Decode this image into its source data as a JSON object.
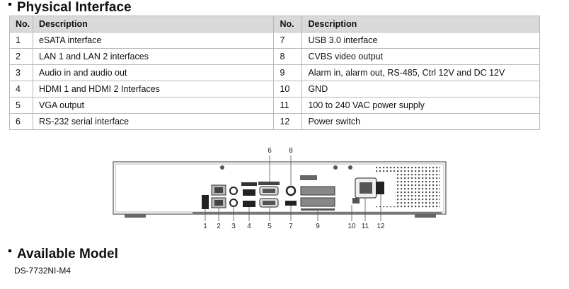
{
  "titles": {
    "physical": "Physical Interface",
    "available": "Available Model"
  },
  "table": {
    "headers": [
      "No.",
      "Description",
      "No.",
      "Description"
    ],
    "rows": [
      [
        "1",
        "eSATA  interface",
        "7",
        "USB 3.0 interface"
      ],
      [
        "2",
        "LAN 1 and LAN 2 interfaces",
        "8",
        "CVBS video output"
      ],
      [
        "3",
        "Audio in and audio out",
        "9",
        "Alarm in, alarm out, RS-485, Ctrl 12V and DC 12V"
      ],
      [
        "4",
        "HDMI 1 and HDMI 2 Interfaces",
        "10",
        "GND"
      ],
      [
        "5",
        "VGA  output",
        "11",
        "100 to 240 VAC  power supply"
      ],
      [
        "6",
        "RS-232 serial interface",
        "12",
        "Power switch"
      ]
    ]
  },
  "diagram": {
    "callouts_top": [
      "6",
      "8"
    ],
    "callouts_bottom": [
      "1",
      "2",
      "3",
      "4",
      "5",
      "7",
      "9",
      "10",
      "11",
      "12"
    ]
  },
  "model": "DS-7732NI-M4"
}
